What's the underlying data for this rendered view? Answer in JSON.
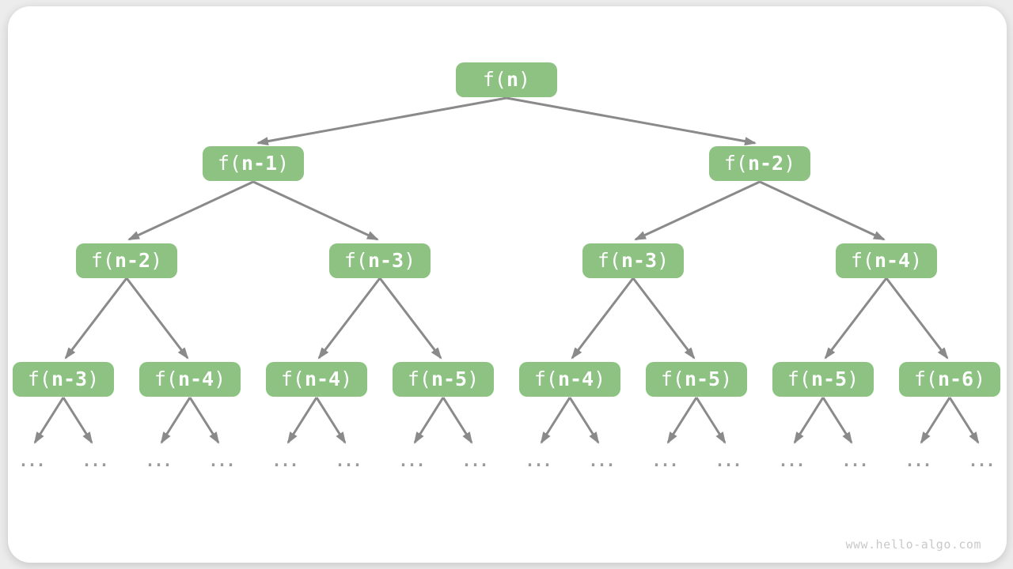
{
  "colors": {
    "node_fill": "#8DC283",
    "node_text": "#FFFFFF",
    "arrow": "#8A8A8A",
    "ellipsis": "#9A9A9A",
    "watermark": "#C9C9C9",
    "canvas": "#FFFFFF",
    "page_background": "#ECECEC"
  },
  "watermark": "www.hello-algo.com",
  "ellipsis": "...",
  "nodes": [
    {
      "label": "f(n)",
      "prefix": "f(",
      "arg": "n",
      "suffix": ")"
    },
    {
      "label": "f(n-1)",
      "prefix": "f(",
      "arg": "n-1",
      "suffix": ")"
    },
    {
      "label": "f(n-2)",
      "prefix": "f(",
      "arg": "n-2",
      "suffix": ")"
    },
    {
      "label": "f(n-2)",
      "prefix": "f(",
      "arg": "n-2",
      "suffix": ")"
    },
    {
      "label": "f(n-3)",
      "prefix": "f(",
      "arg": "n-3",
      "suffix": ")"
    },
    {
      "label": "f(n-3)",
      "prefix": "f(",
      "arg": "n-3",
      "suffix": ")"
    },
    {
      "label": "f(n-4)",
      "prefix": "f(",
      "arg": "n-4",
      "suffix": ")"
    },
    {
      "label": "f(n-3)",
      "prefix": "f(",
      "arg": "n-3",
      "suffix": ")"
    },
    {
      "label": "f(n-4)",
      "prefix": "f(",
      "arg": "n-4",
      "suffix": ")"
    },
    {
      "label": "f(n-4)",
      "prefix": "f(",
      "arg": "n-4",
      "suffix": ")"
    },
    {
      "label": "f(n-5)",
      "prefix": "f(",
      "arg": "n-5",
      "suffix": ")"
    },
    {
      "label": "f(n-4)",
      "prefix": "f(",
      "arg": "n-4",
      "suffix": ")"
    },
    {
      "label": "f(n-5)",
      "prefix": "f(",
      "arg": "n-5",
      "suffix": ")"
    },
    {
      "label": "f(n-5)",
      "prefix": "f(",
      "arg": "n-5",
      "suffix": ")"
    },
    {
      "label": "f(n-6)",
      "prefix": "f(",
      "arg": "n-6",
      "suffix": ")"
    }
  ]
}
